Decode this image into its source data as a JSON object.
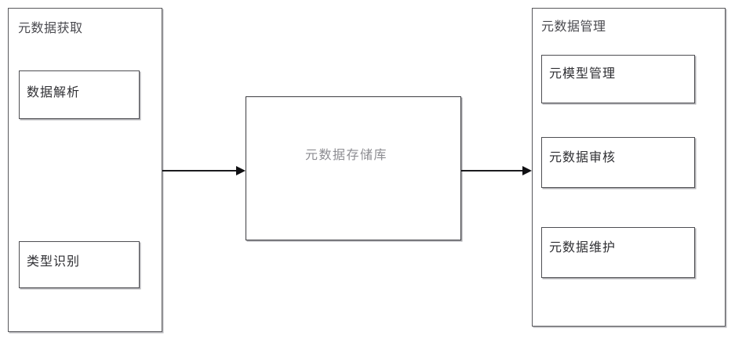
{
  "diagram": {
    "type": "block-diagram",
    "title": "",
    "background_color": "#ffffff",
    "line_color": "#3d3d41",
    "text_color": "#2f2f33",
    "muted_text_color": "#8d8d92"
  },
  "acquisition_panel": {
    "title": "元数据获取",
    "items": [
      {
        "label": "数据解析"
      },
      {
        "label": "类型识别"
      }
    ]
  },
  "repository": {
    "label": "元数据存储库"
  },
  "management_panel": {
    "title": "元数据管理",
    "items": [
      {
        "label": "元模型管理"
      },
      {
        "label": "元数据审核"
      },
      {
        "label": "元数据维护"
      }
    ]
  },
  "connectors": [
    {
      "name": "acquisition-to-repository",
      "direction": "right"
    },
    {
      "name": "repository-to-management",
      "direction": "right"
    }
  ]
}
